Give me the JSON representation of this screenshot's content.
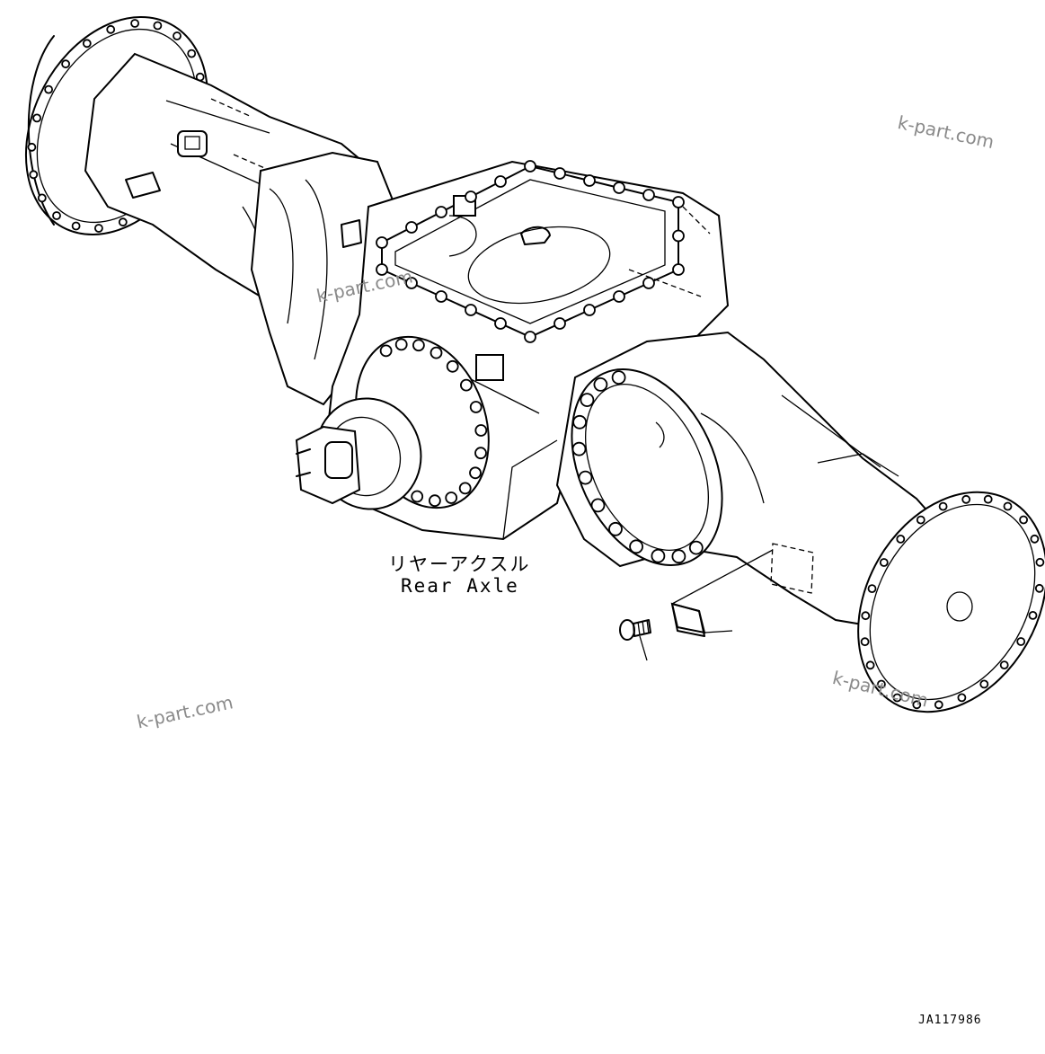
{
  "diagram": {
    "label_japanese": "リヤーアクスル",
    "label_english": "Rear Axle",
    "drawing_code": "JA117986",
    "watermarks": [
      "k-part.com",
      "k-part.com",
      "k-part.com",
      "k-part.com"
    ]
  },
  "colors": {
    "line": "#000000",
    "background": "#ffffff",
    "watermark": "#8a8a8a"
  }
}
